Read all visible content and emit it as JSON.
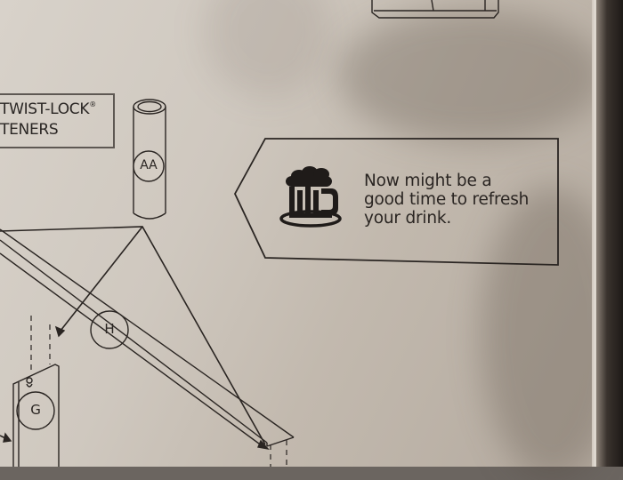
{
  "manual_page": {
    "fasteners_box": {
      "line1": "TWIST-LOCK",
      "trademark": "®",
      "line2": "TENERS"
    },
    "callout": {
      "icon": "beer-mug-icon",
      "lines": [
        "Now might be a",
        "good time to refresh",
        "your drink."
      ]
    },
    "part_labels": {
      "cylinder": "AA",
      "shelf": "H",
      "panel": "G"
    }
  },
  "colors": {
    "ink": "#2a2522",
    "paper": "#d2cbc2",
    "background": "#1e1a17"
  }
}
